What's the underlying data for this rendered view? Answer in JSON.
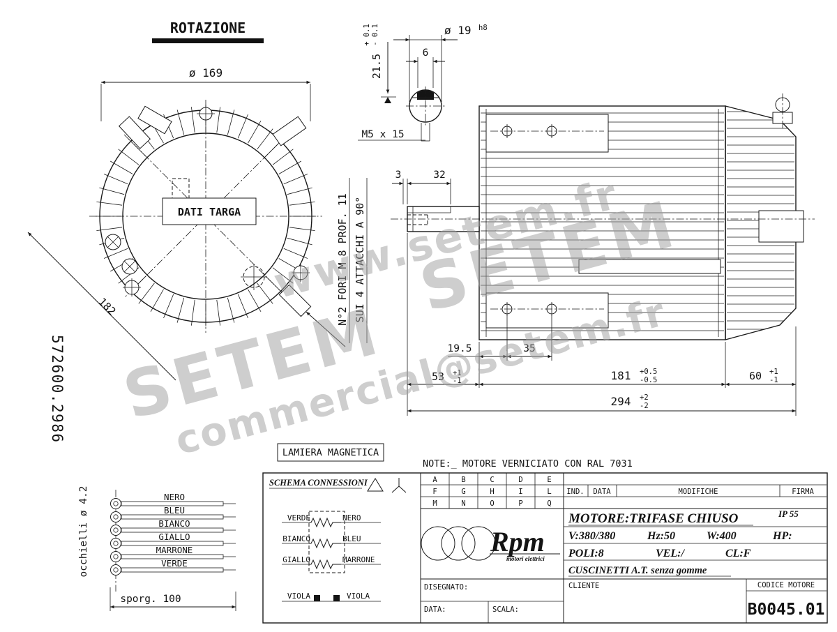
{
  "labels": {
    "rotazione": "ROTAZIONE",
    "dati_targa": "DATI TARGA",
    "part_number": "572600.2986",
    "fori": "N°2 FORI M 8 PROF. 11",
    "attacchi": "SUI 4 ATTACCHI A 90°",
    "lamiera": "LAMIERA MAGNETICA",
    "note": "NOTE:_ MOTORE VERNICIATO CON RAL 7031",
    "occhielli": "occhielli ø 4.2",
    "sporgenza": "sporg. 100",
    "m5": "M5 x 15"
  },
  "dimensions": {
    "dia169": "ø 169",
    "diag182": "182",
    "dia19": "ø 19",
    "dia19_tol": "h8",
    "key_w": "6",
    "key_depth": "21.5",
    "key_depth_p": "+ 0.1",
    "key_depth_m": "- 0.1",
    "off3": "3",
    "off32": "32",
    "hole_off": "19.5",
    "hole_span": "35",
    "shaft_len": "53",
    "shaft_p": "+1",
    "shaft_m": "-1",
    "body_len": "181",
    "body_p": "+0.5",
    "body_m": "-0.5",
    "cover_len": "60",
    "cover_p": "+1",
    "cover_m": "-1",
    "total_len": "294",
    "total_p": "+2",
    "total_m": "-2"
  },
  "harness": {
    "wires": [
      "NERO",
      "BLEU",
      "BIANCO",
      "GIALLO",
      "MARRONE",
      "VERDE"
    ]
  },
  "schema": {
    "title": "SCHEMA CONNESSIONI",
    "rows": [
      {
        "left": "VERDE",
        "right": "NERO"
      },
      {
        "left": "BIANCO",
        "right": "BLEU"
      },
      {
        "left": "GIALLO",
        "right": "MARRONE"
      }
    ],
    "viola_left": "VIOLA",
    "viola_right": "VIOLA"
  },
  "revisions": {
    "letters": [
      "A",
      "B",
      "C",
      "D",
      "E",
      "F",
      "G",
      "H",
      "I",
      "L",
      "M",
      "N",
      "O",
      "P",
      "Q"
    ],
    "ind": "IND.",
    "data": "DATA",
    "modifiche": "MODIFICHE",
    "firma": "FIRMA"
  },
  "logo": {
    "name": "Rpm",
    "subtitle": "motori elettrici"
  },
  "specs": {
    "motore": "MOTORE:TRIFASE CHIUSO",
    "ip": "IP 55",
    "v": "V:380/380",
    "hz": "Hz:50",
    "w": "W:400",
    "hp": "HP:",
    "poli": "POLI:8",
    "vel": "VEL:/",
    "cl": "CL:F",
    "cuscinetti": "CUSCINETTI A.T. senza gomme"
  },
  "titleblock": {
    "disegnato": "DISEGNATO:",
    "data": "DATA:",
    "scala": "SCALA:",
    "cliente": "CLIENTE",
    "codice": "CODICE MOTORE",
    "code": "B0045.01"
  },
  "watermark": {
    "color": "#9e9e9e",
    "line1": "www.setem.fr",
    "line2": "SETEM",
    "line3": "commercial@setem.fr",
    "line4": "SETEM"
  }
}
